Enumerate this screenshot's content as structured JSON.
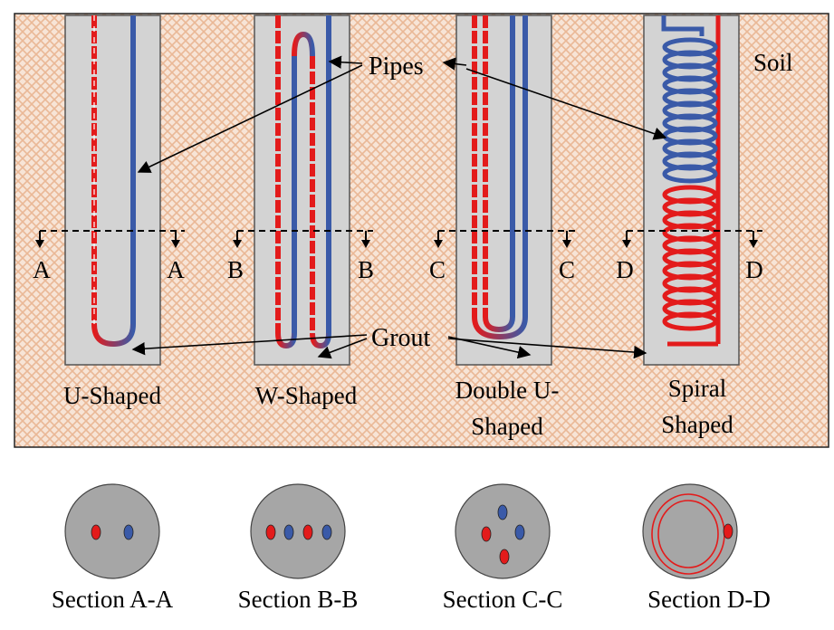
{
  "labels": {
    "soil": "Soil",
    "pipes": "Pipes",
    "grout": "Grout"
  },
  "designs": [
    {
      "name_line1": "U-Shaped",
      "name_line2": "",
      "section_left": "A",
      "section_right": "A",
      "section_title": "Section A-A"
    },
    {
      "name_line1": "W-Shaped",
      "name_line2": "",
      "section_left": "B",
      "section_right": "B",
      "section_title": "Section B-B"
    },
    {
      "name_line1": "Double U-",
      "name_line2": "Shaped",
      "section_left": "C",
      "section_right": "C",
      "section_title": "Section C-C"
    },
    {
      "name_line1": "Spiral",
      "name_line2": "Shaped",
      "section_left": "D",
      "section_right": "D",
      "section_title": "Section D-D"
    }
  ],
  "colors": {
    "soil_background": "#f7e4d6",
    "soil_hatch": "#eab896",
    "grout": "#d3d3d3",
    "grout_border": "#555555",
    "hot_pipe": "#e31b1b",
    "cold_pipe": "#3a5aa8",
    "section_circle": "#a6a6a6"
  },
  "icons": {
    "section_arrow": "down-arrow-icon",
    "callout_arrow": "arrowhead-icon"
  }
}
